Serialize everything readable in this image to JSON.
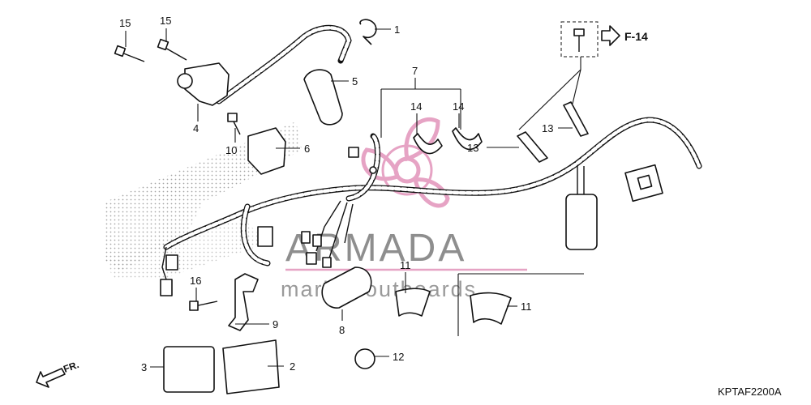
{
  "diagram": {
    "reference_code": "KPTAF2200A",
    "section_ref": "F-14",
    "direction_label": "FR.",
    "watermark": {
      "name": "ARMADA",
      "tagline": "marine outboards",
      "accent_color": "#e6a3c4"
    },
    "callouts": [
      {
        "id": "c1",
        "text": "1"
      },
      {
        "id": "c2",
        "text": "2"
      },
      {
        "id": "c3",
        "text": "3"
      },
      {
        "id": "c4",
        "text": "4"
      },
      {
        "id": "c5",
        "text": "5"
      },
      {
        "id": "c6",
        "text": "6"
      },
      {
        "id": "c7",
        "text": "7"
      },
      {
        "id": "c8",
        "text": "8"
      },
      {
        "id": "c9",
        "text": "9"
      },
      {
        "id": "c10",
        "text": "10"
      },
      {
        "id": "c11a",
        "text": "11"
      },
      {
        "id": "c11b",
        "text": "11"
      },
      {
        "id": "c12",
        "text": "12"
      },
      {
        "id": "c13a",
        "text": "13"
      },
      {
        "id": "c13b",
        "text": "13"
      },
      {
        "id": "c14a",
        "text": "14"
      },
      {
        "id": "c14b",
        "text": "14"
      },
      {
        "id": "c15a",
        "text": "15"
      },
      {
        "id": "c15b",
        "text": "15"
      },
      {
        "id": "c16",
        "text": "16"
      }
    ]
  }
}
